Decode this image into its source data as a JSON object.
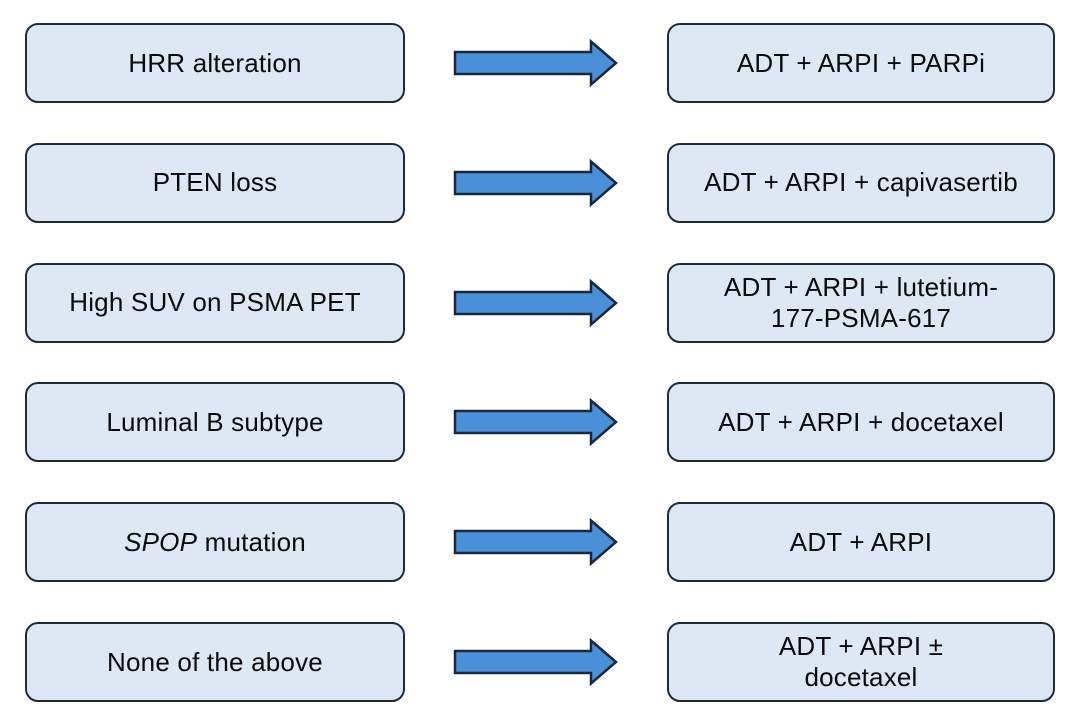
{
  "diagram": {
    "description": "Biomarker-directed treatment selection flow diagram",
    "colors": {
      "box-fill": "#dce9f5",
      "box-border": "#1d2c3c",
      "arrow-fill": "#4a90d8",
      "arrow-border": "#18273a",
      "text-color": "#0a0a0a"
    },
    "arrow_icon": "right-block-arrow"
  },
  "rows": [
    {
      "condition_em": "",
      "condition": "HRR alteration",
      "treatment_line1": "ADT + ARPI + PARPi",
      "treatment_line2": ""
    },
    {
      "condition_em": "",
      "condition": "PTEN loss",
      "treatment_line1": "ADT + ARPI + capivasertib",
      "treatment_line2": ""
    },
    {
      "condition_em": "",
      "condition": "High SUV on PSMA PET",
      "treatment_line1": "ADT + ARPI + lutetium-",
      "treatment_line2": "177-PSMA-617"
    },
    {
      "condition_em": "",
      "condition": "Luminal B subtype",
      "treatment_line1": "ADT + ARPI + docetaxel",
      "treatment_line2": ""
    },
    {
      "condition_em": "SPOP",
      "condition": " mutation",
      "treatment_line1": "ADT + ARPI",
      "treatment_line2": ""
    },
    {
      "condition_em": "",
      "condition": "None of the above",
      "treatment_line1": "ADT + ARPI ±",
      "treatment_line2": "docetaxel"
    }
  ]
}
